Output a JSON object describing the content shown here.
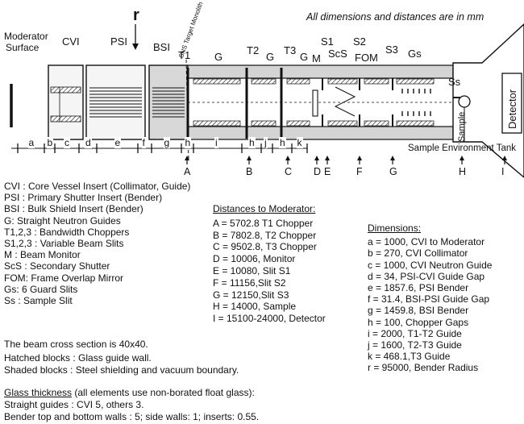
{
  "header_note": "All dimensions and distances are in mm",
  "labels": {
    "moderator": "Moderator",
    "surface": "Surface",
    "cvi": "CVI",
    "psi": "PSI",
    "bsi": "BSI",
    "r": "r",
    "t1": "T1",
    "t2": "T2",
    "t3": "T3",
    "s1": "S1",
    "s2": "S2",
    "s3": "S3",
    "g": "G",
    "m": "M",
    "scs": "ScS",
    "fom": "FOM",
    "gs": "Gs",
    "ss": "Ss",
    "sample": "Sample",
    "detector": "Detector",
    "snt": "SNS Target Monolith",
    "env_tank": "Sample Environment Tank"
  },
  "segments": [
    "a",
    "b",
    "c",
    "d",
    "e",
    "f",
    "g",
    "h",
    "i",
    "h",
    "j",
    "h",
    "k"
  ],
  "markers": [
    "A",
    "B",
    "C",
    "D",
    "E",
    "F",
    "G",
    "H",
    "I"
  ],
  "legend": [
    "CVI : Core Vessel Insert (Collimator, Guide)",
    "PSI : Primary Shutter Insert (Bender)",
    "BSI : Bulk Shield Insert (Bender)",
    "G: Straight Neutron Guides",
    "T1,2,3 : Bandwidth Choppers",
    "S1,2,3 : Variable Beam Slits",
    "M : Beam Monitor",
    "ScS : Secondary Shutter",
    "FOM: Frame Overlap Mirror",
    "Gs: 6 Guard Slits",
    "Ss : Sample Slit"
  ],
  "notes": [
    "The beam cross section is 40x40.",
    "Hatched blocks : Glass guide wall.",
    "Shaded blocks : Steel shielding and vacuum boundary."
  ],
  "glass": {
    "title": "Glass thickness",
    "suffix": " (all elements use non-borated float glass):",
    "lines": [
      "Straight guides : CVI 5, others 3.",
      "Bender top and bottom walls : 5; side walls: 1; inserts: 0.55."
    ]
  },
  "distances": {
    "title": "Distances to Moderator:",
    "items": [
      "A = 5702.8 T1 Chopper",
      "B = 7802.8, T2 Chopper",
      "C = 9502.8, T3 Chopper",
      "D = 10006, Monitor",
      "E = 10080, Slit S1",
      "F = 11156,Slit S2",
      "G = 12150,Slit S3",
      "H = 14000, Sample",
      "I = 15100-24000, Detector"
    ]
  },
  "dimensions": {
    "title": "Dimensions:",
    "items": [
      "a = 1000, CVI to Moderator",
      "b = 270,   CVI Collimator",
      "c = 1000, CVI Neutron Guide",
      "d = 34, PSI-CVI Guide Gap",
      "e = 1857.6, PSI Bender",
      "f = 31.4, BSI-PSI Guide Gap",
      "g = 1459.8, BSI Bender",
      "h = 100, Chopper Gaps",
      "i = 2000, T1-T2 Guide",
      "j = 1600, T2-T3 Guide",
      "k = 468.1,T3 Guide",
      "r = 95000, Bender Radius"
    ]
  }
}
